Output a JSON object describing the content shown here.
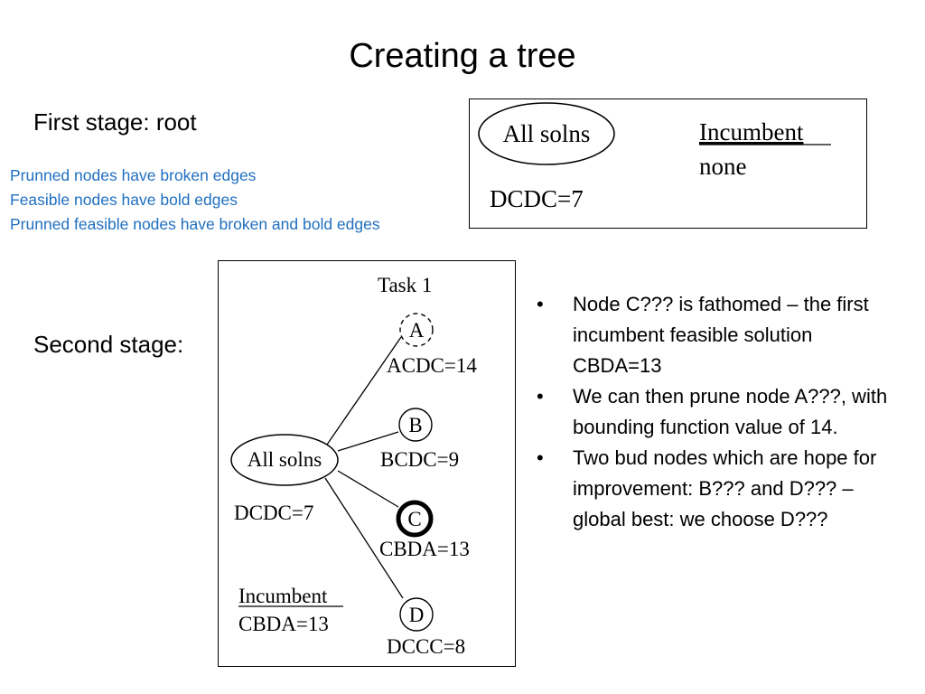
{
  "title": "Creating a tree",
  "stage1_label": "First stage: root",
  "stage2_label": "Second stage:",
  "legend": [
    "Prunned nodes have broken edges",
    "Feasible nodes have bold edges",
    "Prunned feasible nodes have broken and bold edges"
  ],
  "colors": {
    "legend": "#1f6fc0",
    "text": "#000000"
  },
  "stage1": {
    "root_label": "All solns",
    "root_bound": "DCDC=7",
    "incumbent_heading": "Incumbent",
    "incumbent_value": "none"
  },
  "stage2": {
    "task_label": "Task 1",
    "root_label": "All solns",
    "root_bound": "DCDC=7",
    "incumbent_heading": "Incumbent",
    "incumbent_value": "CBDA=13",
    "nodes": [
      {
        "id": "A",
        "bound": "ACDC=14",
        "status": "pruned"
      },
      {
        "id": "B",
        "bound": "BCDC=9",
        "status": "bud"
      },
      {
        "id": "C",
        "bound": "CBDA=13",
        "status": "feasible"
      },
      {
        "id": "D",
        "bound": "DCCC=8",
        "status": "bud"
      }
    ]
  },
  "bullets": [
    "Node C??? is fathomed – the first incumbent feasible solution CBDA=13",
    "We can then prune node A???, with bounding function value of 14.",
    "Two bud nodes which are hope for improvement: B??? and D??? – global best: we choose D???"
  ]
}
